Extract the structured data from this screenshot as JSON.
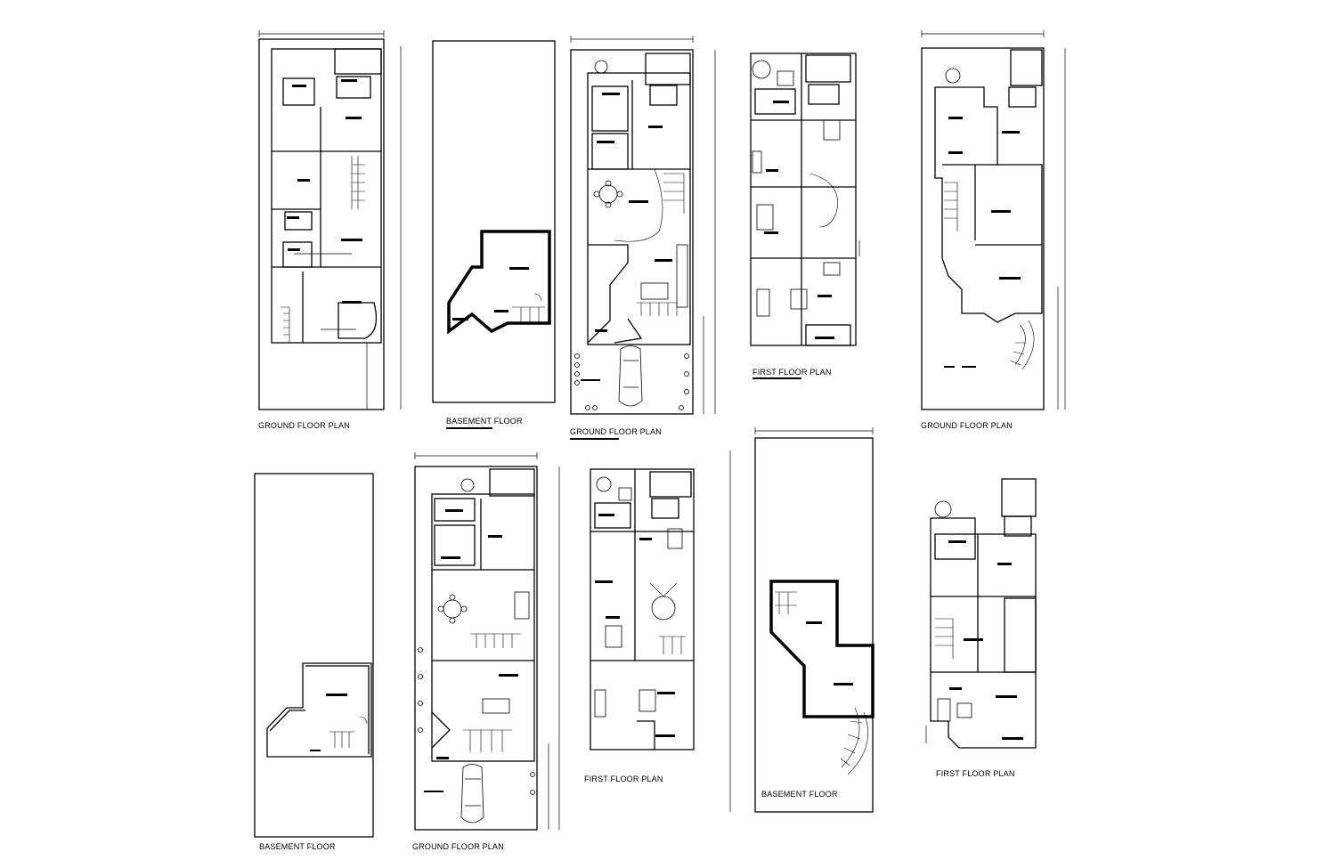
{
  "labels": {
    "gf1": "GROUND FLOOR PLAN",
    "bf1": "BASEMENT FLOOR",
    "gf2": "GROUND FLOOR PLAN",
    "ff1": "FIRST FLOOR PLAN",
    "gf3": "GROUND FLOOR PLAN",
    "bf2": "BASEMENT FLOOR",
    "gf4": "GROUND FLOOR PLAN",
    "ff2": "FIRST FLOOR PLAN",
    "bf3": "BASEMENT FLOOR",
    "ff3": "FIRST FLOOR PLAN"
  }
}
